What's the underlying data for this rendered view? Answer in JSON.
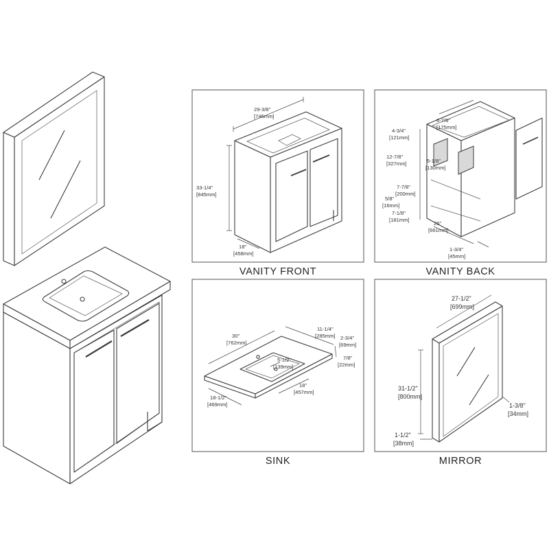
{
  "titles": {
    "vanity_front": "VANITY FRONT",
    "vanity_back": "VANITY BACK",
    "sink": "SINK",
    "mirror": "MIRROR"
  },
  "vanity_front": {
    "width_in": "29-3/8\"",
    "width_mm": "[746mm]",
    "height_in": "33-1/4\"",
    "height_mm": "[845mm]",
    "depth_in": "18\"",
    "depth_mm": "[458mm]"
  },
  "vanity_back": {
    "d1_in": "6-7/8\"",
    "d1_mm": "[175mm]",
    "d2_in": "4-3/4\"",
    "d2_mm": "[121mm]",
    "d3_in": "12-7/8\"",
    "d3_mm": "[327mm]",
    "d4_in": "5-1/8\"",
    "d4_mm": "[130mm]",
    "d5_in": "7-7/8\"",
    "d5_mm": "[200mm]",
    "d6_in": "5/8\"",
    "d6_mm": "[16mm]",
    "d7_in": "7-1/8\"",
    "d7_mm": "[181mm]",
    "d8_in": "26\"",
    "d8_mm": "[661mm]",
    "d9_in": "1-3/4\"",
    "d9_mm": "[45mm]"
  },
  "sink": {
    "width_in": "30\"",
    "width_mm": "[762mm]",
    "depth_in": "11-1/4\"",
    "depth_mm": "[285mm]",
    "edge_in": "2-3/4\"",
    "edge_mm": "[69mm]",
    "thick_in": "7/8\"",
    "thick_mm": "[22mm]",
    "bowl_d_in": "5-1/2\"",
    "bowl_d_mm": "[139mm]",
    "bowl_w_in": "18\"",
    "bowl_w_mm": "[457mm]",
    "total_d_in": "18-1/2\"",
    "total_d_mm": "[469mm]"
  },
  "mirror": {
    "width_in": "27-1/2\"",
    "width_mm": "[699mm]",
    "height_in": "31-1/2\"",
    "height_mm": "[800mm]",
    "depth_in": "1-3/8\"",
    "depth_mm": "[34mm]",
    "bottom_in": "1-1/2\"",
    "bottom_mm": "[38mm]"
  }
}
